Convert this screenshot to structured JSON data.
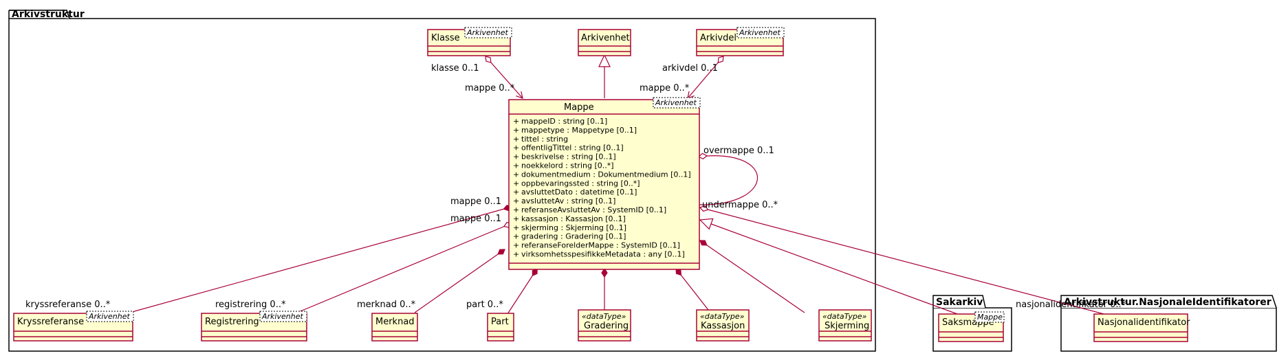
{
  "packages": {
    "main": "Arkivstruktur",
    "sakarkiv": "Sakarkiv",
    "nasjonal": "Arkivstruktur.NasjonaleIdentifikatorer"
  },
  "classes": {
    "klasse": {
      "name": "Klasse",
      "stereotype": "Arkivenhet"
    },
    "arkivenhet": {
      "name": "Arkivenhet"
    },
    "arkivdel": {
      "name": "Arkivdel",
      "stereotype": "Arkivenhet"
    },
    "mappe": {
      "name": "Mappe",
      "stereotype": "Arkivenhet",
      "visibility": "+",
      "attributes": [
        "mappeID : string [0..1]",
        "mappetype : Mappetype [0..1]",
        "tittel : string",
        "offentligTittel : string [0..1]",
        "beskrivelse : string [0..1]",
        "noekkelord : string [0..*]",
        "dokumentmedium : Dokumentmedium [0..1]",
        "oppbevaringssted : string [0..*]",
        "avsluttetDato : datetime [0..1]",
        "avsluttetAv : string [0..1]",
        "referanseAvsluttetAv : SystemID [0..1]",
        "kassasjon : Kassasjon [0..1]",
        "skjerming : Skjerming [0..1]",
        "gradering : Gradering [0..1]",
        "referanseForelderMappe : SystemID [0..1]",
        "virksomhetsspesifikkeMetadata : any [0..1]"
      ]
    },
    "kryssreferanse": {
      "name": "Kryssreferanse",
      "stereotype": "Arkivenhet"
    },
    "registrering": {
      "name": "Registrering",
      "stereotype": "Arkivenhet"
    },
    "merknad": {
      "name": "Merknad"
    },
    "part": {
      "name": "Part"
    },
    "gradering": {
      "name": "Gradering",
      "stereotype": "«dataType»"
    },
    "kassasjon": {
      "name": "Kassasjon",
      "stereotype": "«dataType»"
    },
    "skjerming": {
      "name": "Skjerming",
      "stereotype": "«dataType»"
    },
    "saksmappe": {
      "name": "Saksmappe",
      "stereotype": "Mappe"
    },
    "nasjonalidentifikator": {
      "name": "Nasjonalidentifikator"
    }
  },
  "labels": {
    "klasse_src": "klasse 0..1",
    "klasse_dst": "mappe 0..*",
    "arkivdel_src": "arkivdel 0..1",
    "arkivdel_dst": "mappe 0..*",
    "overmappe": "overmappe 0..1",
    "undermappe": "undermappe 0..*",
    "mappe_kryss": "mappe 0..1",
    "mappe_reg": "mappe 0..1",
    "kryssreferanse": "kryssreferanse 0..*",
    "registrering": "registrering 0..*",
    "merknad": "merknad 0..*",
    "part": "part 0..*",
    "nasjonalidentifikator": "nasjonalidentifikator 0..*"
  }
}
